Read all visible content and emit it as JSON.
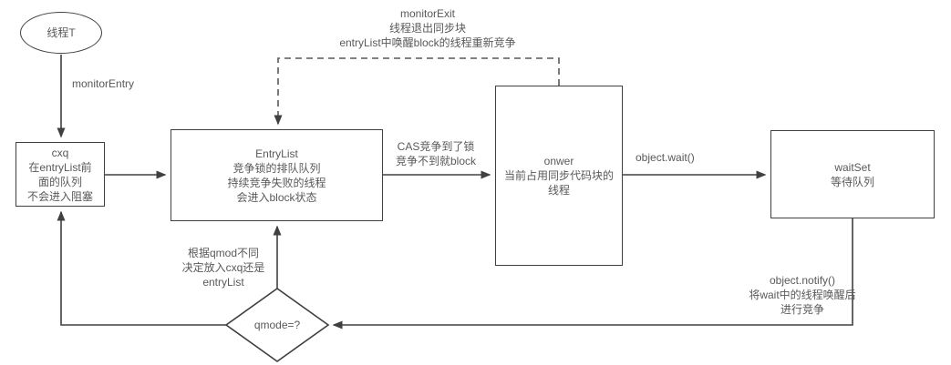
{
  "diagram": {
    "nodes": {
      "thread": {
        "label": "线程T"
      },
      "cxq": {
        "lines": [
          "cxq",
          "在entryList前",
          "面的队列",
          "不会进入阻塞"
        ]
      },
      "entry_list": {
        "lines": [
          "EntryList",
          "竞争锁的排队队列",
          "持续竞争失败的线程",
          "会进入block状态"
        ]
      },
      "owner": {
        "lines": [
          "onwer",
          "当前占用同步代码块的",
          "线程"
        ]
      },
      "wait_set": {
        "lines": [
          "waitSet",
          "等待队列"
        ]
      },
      "qmode": {
        "label": "qmode=?"
      }
    },
    "edge_labels": {
      "monitor_entry": {
        "label": "monitorEntry"
      },
      "monitor_exit": {
        "lines": [
          "monitorExit",
          "线程退出同步块",
          "entryList中唤醒block的线程重新竞争"
        ]
      },
      "cas": {
        "lines": [
          "CAS竞争到了锁",
          "竞争不到就block"
        ]
      },
      "wait": {
        "label": "object.wait()"
      },
      "notify": {
        "lines": [
          "object.notify()",
          "将wait中的线程唤醒后",
          "进行竞争"
        ]
      },
      "qmod_rule": {
        "lines": [
          "根据qmod不同",
          "决定放入cxq还是",
          "entryList"
        ]
      }
    },
    "colors": {
      "stroke": "#404040",
      "text": "#595959",
      "background": "#ffffff"
    }
  }
}
